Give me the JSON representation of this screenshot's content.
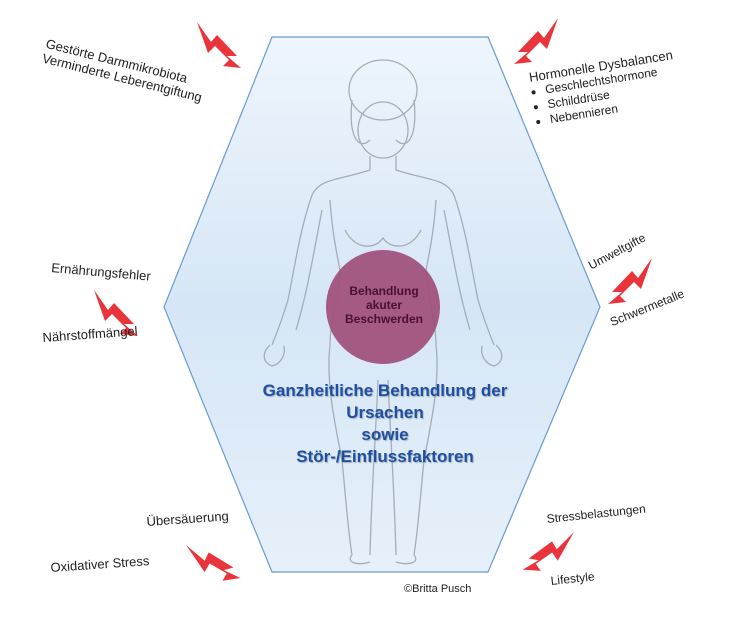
{
  "labels": {
    "darm_line1": "Gestörte Darmmikrobiota",
    "darm_line2": "Verminderte Leberentgiftung",
    "hormon_title": "Hormonelle Dysbalancen",
    "hormon_items": [
      "Geschlechtshormone",
      "Schilddrüse",
      "Nebennieren"
    ],
    "ernaehrung": "Ernährungsfehler",
    "naehrstoff": "Nährstoffmängel",
    "umweltgifte": "Umweltgifte",
    "schwermetalle": "Schwermetalle",
    "uebersaeuerung": "Übersäuerung",
    "oxidativ": "Oxidativer Stress",
    "stress": "Stressbelastungen",
    "lifestyle": "Lifestyle"
  },
  "center": {
    "circle_lines": [
      "Behandlung",
      "akuter",
      "Beschwerden"
    ],
    "main_lines": [
      "Ganzheitliche Behandlung der",
      "Ursachen",
      "sowie",
      "Stör-/Einflussfaktoren"
    ]
  },
  "copyright": "©Britta Pusch",
  "colors": {
    "hexagon_fill": "#dbe9f7",
    "hexagon_stroke": "#6a9bd0",
    "circle_fill": "#a04e78",
    "lightning": "#e8343a",
    "main_text": "#1f4fa3"
  },
  "icons": [
    "lightning-icon",
    "human-figure-icon"
  ]
}
